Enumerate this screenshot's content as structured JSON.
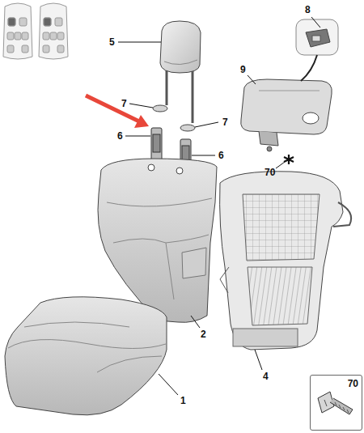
{
  "diagram": {
    "nodes": [
      {
        "text": [
          "70"
        ]
      }
    ],
    "labels": [
      "5",
      "8",
      "9",
      "7",
      "6",
      "7",
      "6",
      "70",
      "2",
      "4",
      "1"
    ]
  }
}
